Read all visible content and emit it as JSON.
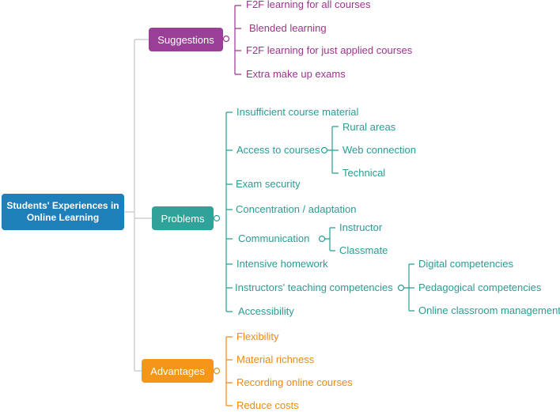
{
  "colors": {
    "root": "#1f7fba",
    "suggestions": "#9a3f97",
    "problems": "#2fa39a",
    "advantages": "#f59618",
    "connector": "#cfcfcf"
  },
  "root": {
    "label": "Students' Experiences in Online Learning"
  },
  "suggestions": {
    "label": "Suggestions",
    "items": [
      "F2F learning for all courses",
      "Blended learning",
      "F2F learning for just applied courses",
      "Extra make up exams"
    ]
  },
  "problems": {
    "label": "Problems",
    "items": [
      "Insufficient course material",
      "Access to courses",
      "Exam security",
      "Concentration / adaptation",
      "Communication",
      "Intensive homework",
      "Instructors' teaching competencies",
      "Accessibility"
    ],
    "access_sub": [
      "Rural areas",
      "Web connection",
      "Technical"
    ],
    "communication_sub": [
      "Instructor",
      "Classmate"
    ],
    "competency_sub": [
      "Digital competencies",
      "Pedagogical competencies",
      "Online classroom management"
    ]
  },
  "advantages": {
    "label": "Advantages",
    "items": [
      "Flexibility",
      "Material richness",
      "Recording online courses",
      "Reduce costs"
    ]
  }
}
